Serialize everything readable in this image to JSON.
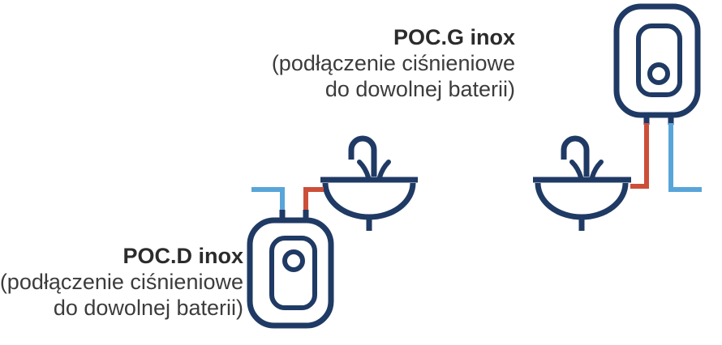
{
  "page": {
    "background": "#ffffff"
  },
  "colors": {
    "outline_navy": "#1f3a64",
    "hot_water_red": "#cc4f3a",
    "cold_water_blue": "#58a5d9",
    "label_title": "#2b2b2b",
    "label_text": "#3c3c3c",
    "page_bg": "#ffffff"
  },
  "units": {
    "poc_g": {
      "name": "POC.G inox",
      "description_lines": [
        "(podłączenie ciśnieniowe",
        "do dowolnej baterii)"
      ]
    },
    "poc_d": {
      "name": "POC.D inox",
      "description_lines": [
        "(podłączenie ciśnieniowe",
        "do dowolnej baterii)"
      ]
    }
  },
  "icons": {
    "water_heater": "water-heater-icon",
    "washbasin": "washbasin-icon",
    "faucet": "faucet-icon",
    "hot_pipe": "hot-water-pipe",
    "cold_pipe": "cold-water-pipe"
  }
}
